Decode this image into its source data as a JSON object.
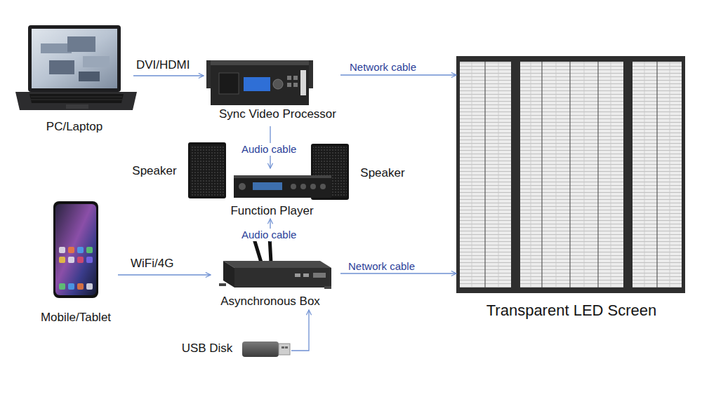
{
  "diagram": {
    "nodes": [
      {
        "text": [
          "PC/Laptop"
        ]
      },
      {
        "text": [
          "Sync Video Processor"
        ]
      },
      {
        "text": [
          "Transparent LED Screen"
        ]
      },
      {
        "text": [
          "Speaker"
        ]
      },
      {
        "text": [
          "Function Player"
        ]
      },
      {
        "text": [
          "Speaker"
        ]
      },
      {
        "text": [
          "Mobile/Tablet"
        ]
      },
      {
        "text": [
          "Asynchronous Box"
        ]
      },
      {
        "text": [
          "USB Disk"
        ]
      }
    ],
    "edges": [
      {
        "from": 0,
        "to": 1,
        "label": "DVI/HDMI",
        "arrow": "to"
      },
      {
        "from": 1,
        "to": 2,
        "label": "Network cable",
        "arrow": "to"
      },
      {
        "from": 1,
        "to": 4,
        "label": "Audio cable",
        "arrow": "to"
      },
      {
        "from": 7,
        "to": 4,
        "label": "Audio cable",
        "arrow": "to"
      },
      {
        "from": 6,
        "to": 7,
        "label": "WiFi/4G",
        "arrow": "to"
      },
      {
        "from": 7,
        "to": 2,
        "label": "Network cable",
        "arrow": "to"
      },
      {
        "from": 8,
        "to": 7,
        "arrow": "to"
      }
    ]
  }
}
